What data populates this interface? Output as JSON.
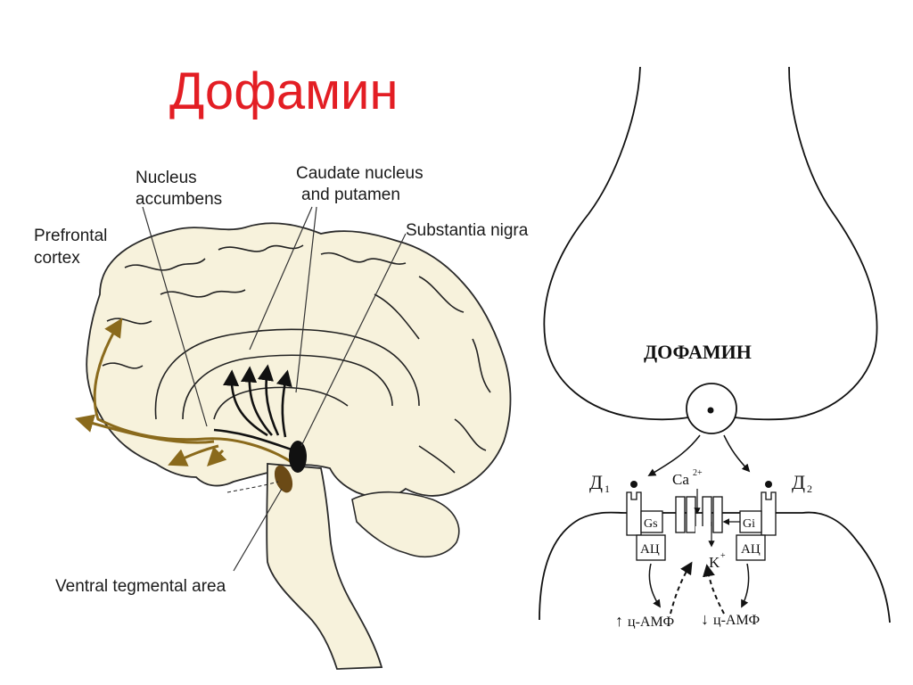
{
  "title": "Дофамин",
  "brain": {
    "labels": {
      "nucleus_accumbens": [
        "Nucleus",
        "accumbens"
      ],
      "caudate": [
        "Caudate nucleus",
        "and putamen"
      ],
      "substantia_nigra": "Substantia nigra",
      "prefrontal": [
        "Prefrontal",
        "cortex"
      ],
      "vta": "Ventral tegmental area"
    },
    "colors": {
      "brain_fill": "#f7f2dc",
      "mesocortical_pathway": "#8a6a1c",
      "nigrostriatal_pathway": "#111111",
      "vta_fill": "#6b4a16"
    }
  },
  "synapse": {
    "heading": "ДОФАМИН",
    "receptor_left": "Д",
    "receptor_left_sub": "1",
    "receptor_right": "Д",
    "receptor_right_sub": "2",
    "ca_label": "Ca",
    "ca_sup": "2+",
    "k_label": "K",
    "k_sup": "+",
    "gs_label": "Gs",
    "gi_label": "Gi",
    "ac_left_label": "АЦ",
    "ac_right_label": "АЦ",
    "camp_up_label": "ц-АМФ",
    "camp_down_label": "ц-АМФ",
    "camp_up_arrow": "↑",
    "camp_down_arrow": "↓"
  }
}
